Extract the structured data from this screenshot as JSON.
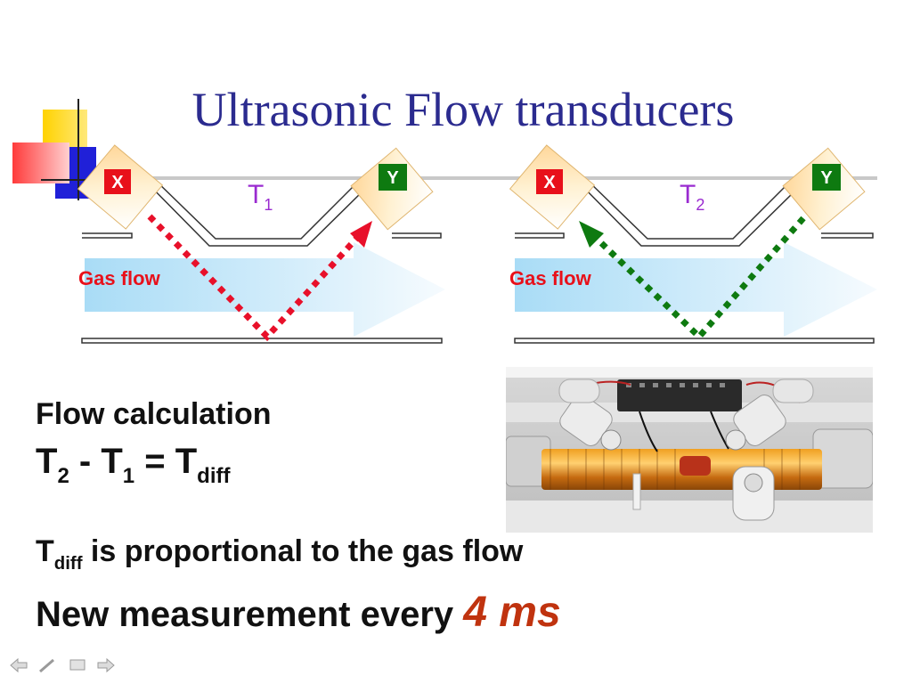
{
  "slide": {
    "title": "Ultrasonic Flow transducers",
    "transducer_x_label": "X",
    "transducer_y_label": "Y",
    "time_symbol": "T",
    "t1_sub": "1",
    "t2_sub": "2",
    "gas_flow_label": "Gas flow"
  },
  "calc": {
    "heading": "Flow calculation",
    "formula": {
      "t": "T",
      "s2": "2",
      "minus": " - ",
      "s1": "1",
      "eq": " = ",
      "sdiff": "diff"
    },
    "prop_rest": " is proportional to the gas flow",
    "measure_text": "New measurement every ",
    "measure_value": "4 ms"
  },
  "colors": {
    "title": "#2b2b8f",
    "arrow_t1": "#e8102a",
    "arrow_t2": "#0e7a10",
    "x_badge": "#e8101a",
    "y_badge": "#0e7a10",
    "t_label": "#9a2bd0",
    "gas_label": "#e8101a",
    "highlight": "#c0330f"
  },
  "nav": {
    "icons": [
      "arrow-left-icon",
      "pen-icon",
      "menu-icon",
      "arrow-right-icon"
    ]
  }
}
